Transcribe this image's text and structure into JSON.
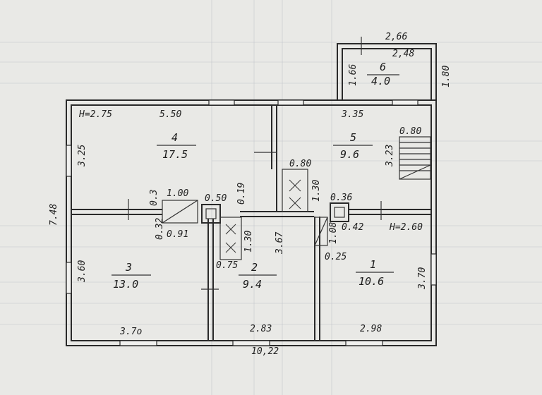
{
  "rooms": [
    {
      "id": "1",
      "area": "10.6"
    },
    {
      "id": "2",
      "area": "9.4"
    },
    {
      "id": "3",
      "area": "13.0"
    },
    {
      "id": "4",
      "area": "17.5"
    },
    {
      "id": "5",
      "area": "9.6"
    },
    {
      "id": "6",
      "area": "4.0"
    }
  ],
  "dims": {
    "total_width": "10,22",
    "total_height": "7.48",
    "top_left_height": "Н=2.75",
    "right_height": "Н=2.60",
    "room4_width": "5.50",
    "room4_height": "3.25",
    "room5_width": "3.35",
    "room5_height": "3.23",
    "stair_width": "0.80",
    "porch_outer": "2,66",
    "porch_inner": "2,48",
    "porch_left": "1.66",
    "porch_right": "1.80",
    "room3_width": "3.7o",
    "room3_height": "3.60",
    "room2_width": "2.83",
    "room1_width": "2.98",
    "room1_height": "3.70",
    "d_100": "1.00",
    "d_03": "0.3",
    "d_050": "0.50",
    "d_019": "0.19",
    "d_032": "0.32",
    "d_091": "0.91",
    "d_080b": "0.80",
    "d_130a": "1.30",
    "d_130b": "1.30",
    "d_036": "0.36",
    "d_367": "3.67",
    "d_075": "0.75",
    "d_042": "0.42",
    "d_108": "1.08",
    "d_025": "0.25"
  }
}
